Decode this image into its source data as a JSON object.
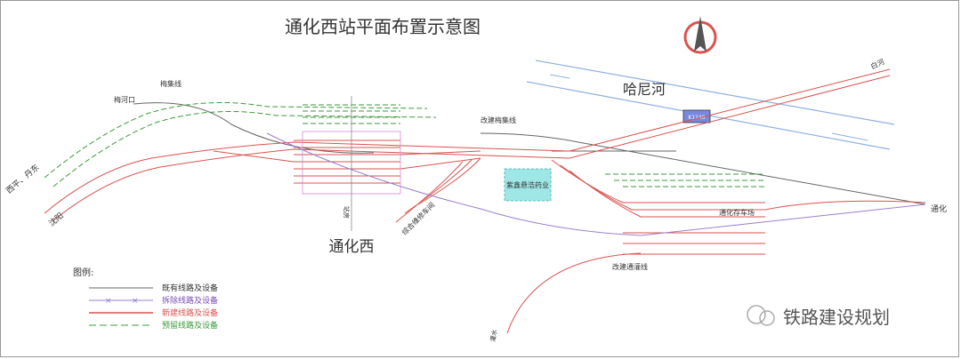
{
  "title": "通化西站平面布置示意图",
  "river": "哈尼河",
  "station": "通化西",
  "labels": {
    "meiji": "梅集线",
    "meihekou": "梅河口",
    "baihe": "白河",
    "gaijian_meiji": "改建梅集线",
    "siping": "西平、丹东",
    "shenyang": "沈阳",
    "tonghua": "通化",
    "zixin": "紫鑫悬浩药业",
    "depot": "通化存车场",
    "zonghe": "综合维修车间",
    "gaijian_tongguan": "改建通灌线",
    "guanshui": "灌水",
    "bridge": "K1240",
    "platform": "站房"
  },
  "legend": {
    "title": "图例:",
    "items": [
      {
        "label": "既有线路及设备",
        "color": "#666666"
      },
      {
        "label": "拆除线路及设备",
        "color": "#7a4fb0"
      },
      {
        "label": "新建线路及设备",
        "color": "#d9534f"
      },
      {
        "label": "预留线路及设备",
        "color": "#3c9a3c"
      }
    ]
  },
  "watermark": "铁路建设规划",
  "colors": {
    "existing": "#666666",
    "removed": "#7a4fb0",
    "new": "#d9534f",
    "reserved": "#3c9a3c",
    "water": "#8fb0e0",
    "highlight": "#9fe6e6"
  }
}
